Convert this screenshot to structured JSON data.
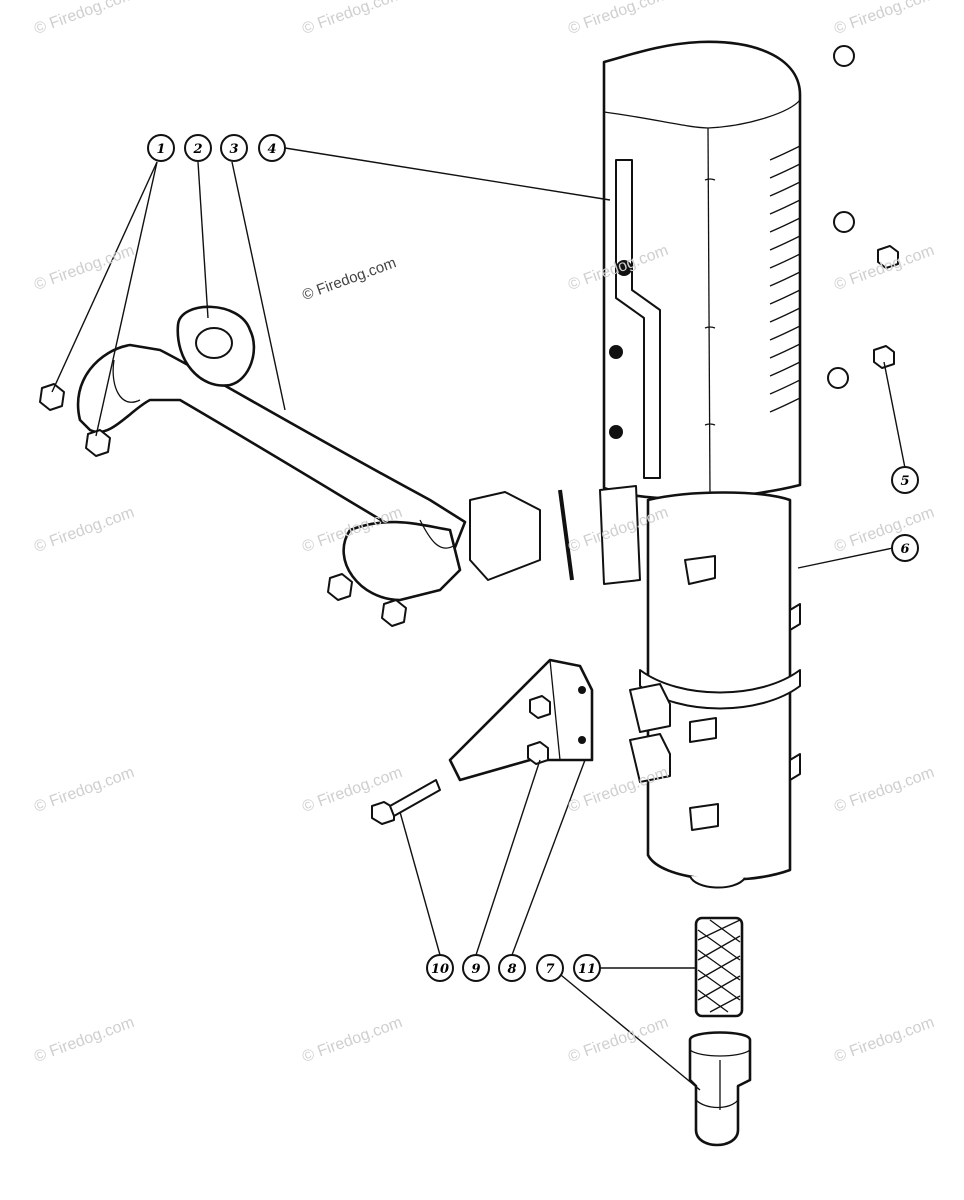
{
  "watermarks": {
    "center": "© Firedog.com",
    "repeat": "© Firedog.com"
  },
  "callouts": [
    {
      "number": "1"
    },
    {
      "number": "2"
    },
    {
      "number": "3"
    },
    {
      "number": "4"
    },
    {
      "number": "5"
    },
    {
      "number": "6"
    },
    {
      "number": "7"
    },
    {
      "number": "8"
    },
    {
      "number": "9"
    },
    {
      "number": "10"
    },
    {
      "number": "11"
    }
  ]
}
